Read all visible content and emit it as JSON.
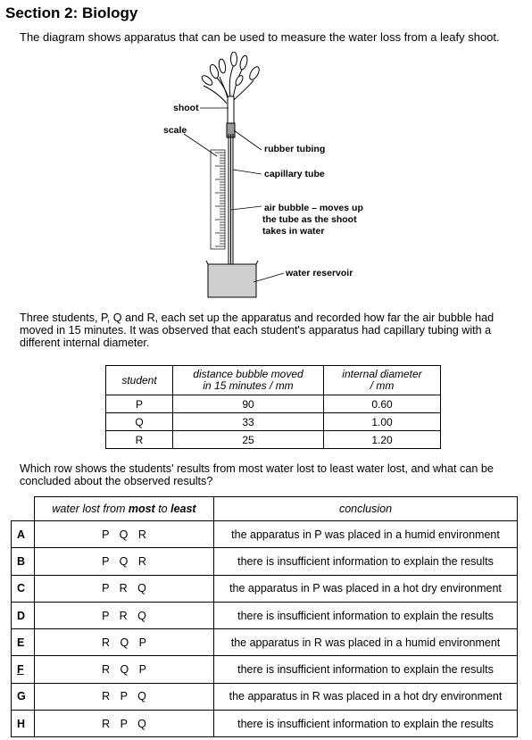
{
  "heading": "Section 2: Biology",
  "intro": "The diagram shows apparatus that can be used to measure the water loss from a leafy shoot.",
  "diagram_labels": {
    "shoot": "shoot",
    "scale": "scale",
    "rubber_tubing": "rubber tubing",
    "capillary_tube": "capillary tube",
    "air_bubble_1": "air bubble – moves up",
    "air_bubble_2": "the tube as the shoot",
    "air_bubble_3": "takes in water",
    "water_reservoir": "water reservoir"
  },
  "paragraph": "Three students, P, Q and R, each set up the apparatus and recorded how far the air bubble had moved in 15 minutes. It was observed that each student's apparatus had capillary tubing with a different internal diameter.",
  "results_table": {
    "headers": {
      "student": "student",
      "distance_1": "distance bubble moved",
      "distance_2": "in 15 minutes / mm",
      "diameter_1": "internal diameter",
      "diameter_2": "/ mm"
    },
    "rows": [
      {
        "student": "P",
        "distance": "90",
        "diameter": "0.60"
      },
      {
        "student": "Q",
        "distance": "33",
        "diameter": "1.00"
      },
      {
        "student": "R",
        "distance": "25",
        "diameter": "1.20"
      }
    ]
  },
  "question": "Which row shows the students' results from most water lost to least water lost, and what can be concluded about the observed results?",
  "answer_table": {
    "header_order_pre": "water lost from ",
    "header_order_most": "most",
    "header_order_mid": " to ",
    "header_order_least": "least",
    "header_conclusion": "conclusion",
    "rows": [
      {
        "letter": "A",
        "order": "P Q R",
        "conclusion": "the apparatus in P was placed in a humid environment"
      },
      {
        "letter": "B",
        "order": "P Q R",
        "conclusion": "there is insufficient information to explain the results"
      },
      {
        "letter": "C",
        "order": "P R Q",
        "conclusion": "the apparatus in P was placed in a hot dry environment"
      },
      {
        "letter": "D",
        "order": "P R Q",
        "conclusion": "there is insufficient information to explain the results"
      },
      {
        "letter": "E",
        "order": "R Q P",
        "conclusion": "the apparatus in R was placed in a humid environment"
      },
      {
        "letter": "F",
        "order": "R Q P",
        "conclusion": "there is insufficient information to explain the results"
      },
      {
        "letter": "G",
        "order": "R P Q",
        "conclusion": "the apparatus in R was placed in a hot dry environment"
      },
      {
        "letter": "H",
        "order": "R P Q",
        "conclusion": "there is insufficient information to explain the results"
      }
    ]
  }
}
